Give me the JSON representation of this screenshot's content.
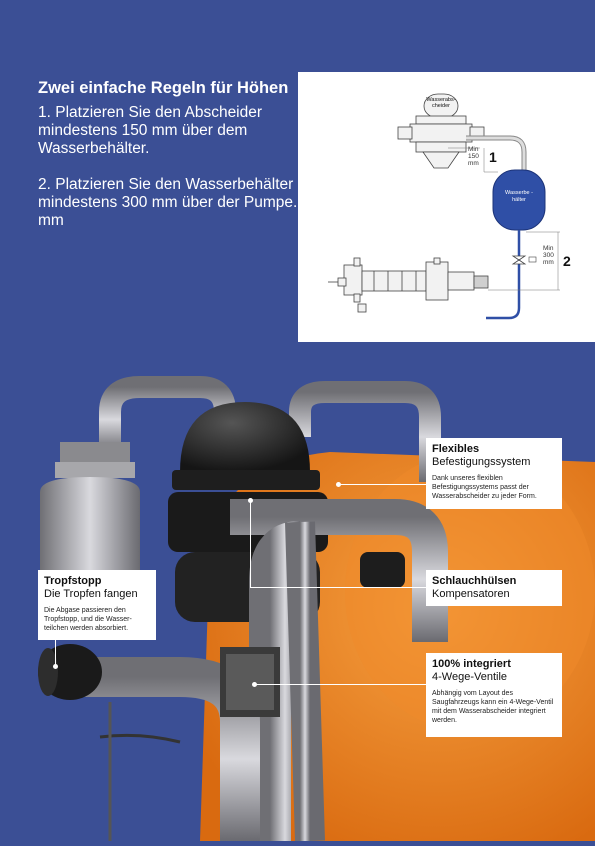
{
  "rules": {
    "title": "Zwei einfache Regeln für Höhen",
    "rule1": "1. Platzieren Sie den Abscheider mindestens 150 mm über dem Wasserbehälter.",
    "rule2": "2. Platzieren Sie den Wasserbehälter  mindestens 300 mm über der Pumpe. mm"
  },
  "diagram": {
    "separator_label": "Wasserabs-\ncheider",
    "tank_label": "Wasserbe-\nhälter",
    "dim1": "Min\n150\nmm",
    "dim1_num": "1",
    "dim2": "Min\n300\nmm",
    "dim2_num": "2"
  },
  "callouts": {
    "flexibel": {
      "title": "Flexibles",
      "subtitle": "Befestigungssystem",
      "desc": "Dank unseres flexiblen Befestigungssystems passt der Wasserabscheider zu jeder Form."
    },
    "tropfstopp": {
      "title": "Tropfstopp",
      "subtitle": "Die Tropfen fangen",
      "desc": "Die Abgase passieren den Tropfstopp, und die Wasser-teilchen werden absorbiert."
    },
    "schlauch": {
      "title": "Schlauchhülsen",
      "subtitle": "Kompensatoren"
    },
    "integriert": {
      "title": "100% integriert",
      "subtitle": "4-Wege-Ventile",
      "desc": "Abhängig vom Layout des Saugfahrzeugs kann ein 4-Wege-Ventil mit dem Wasserabscheider integriert werden."
    }
  },
  "colors": {
    "background": "#3b4f95",
    "tank_orange": "#f08a1c",
    "diagram_blue": "#2f4fa6"
  }
}
